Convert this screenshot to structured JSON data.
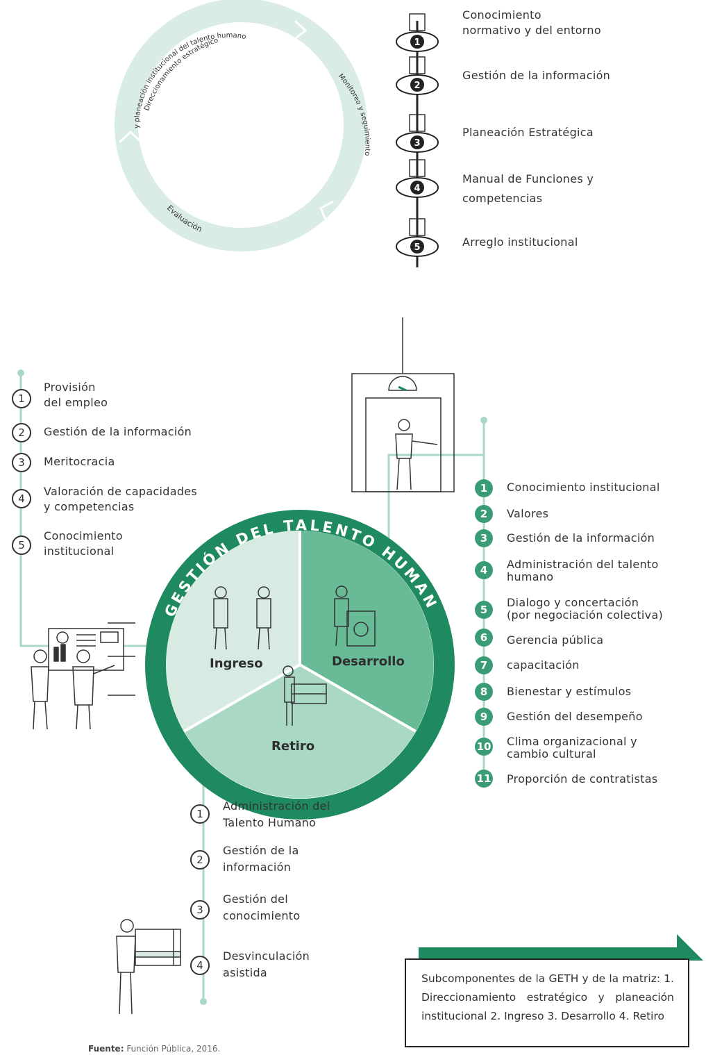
{
  "cycle": {
    "arc_top": "Direccionamiento estratégico",
    "arc_top2": "y planeación institucional del talento humano",
    "arc_right": "Monitoreo y seguimiento",
    "arc_bottom": "Evaluación"
  },
  "steps": [
    {
      "num": "1",
      "label_lines": [
        "Conocimiento",
        "normativo y del entorno"
      ]
    },
    {
      "num": "2",
      "label_lines": [
        "Gestión de la información"
      ]
    },
    {
      "num": "3",
      "label_lines": [
        "Planeación Estratégica"
      ]
    },
    {
      "num": "4",
      "label_lines": [
        "Manual de Funciones y",
        "competencias"
      ]
    },
    {
      "num": "5",
      "label_lines": [
        "Arreglo institucional"
      ]
    }
  ],
  "ingreso_list": [
    {
      "num": "1",
      "lines": [
        "Provisión",
        "del empleo"
      ]
    },
    {
      "num": "2",
      "lines": [
        "Gestión de la información"
      ]
    },
    {
      "num": "3",
      "lines": [
        "Meritocracia"
      ]
    },
    {
      "num": "4",
      "lines": [
        "Valoración de capacidades",
        "y competencias"
      ]
    },
    {
      "num": "5",
      "lines": [
        "Conocimiento",
        "institucional"
      ]
    }
  ],
  "wheel": {
    "title": "GESTIÓN DEL TALENTO HUMANO",
    "segments": [
      "Ingreso",
      "Desarrollo",
      "Retiro"
    ],
    "colors": {
      "ring": "#1f8a5f",
      "ingreso": "#d7ebe2",
      "desarrollo": "#69bb97",
      "retiro": "#a9d8c4"
    }
  },
  "desarrollo_list": [
    {
      "num": "1",
      "lines": [
        "Conocimiento institucional"
      ]
    },
    {
      "num": "2",
      "lines": [
        "Valores"
      ]
    },
    {
      "num": "3",
      "lines": [
        "Gestión de la información"
      ]
    },
    {
      "num": "4",
      "lines": [
        "Administración del talento",
        "humano"
      ]
    },
    {
      "num": "5",
      "lines": [
        "Dialogo y concertación",
        "(por negociación colectiva)"
      ]
    },
    {
      "num": "6",
      "lines": [
        "Gerencia pública"
      ]
    },
    {
      "num": "7",
      "lines": [
        "capacitación"
      ]
    },
    {
      "num": "8",
      "lines": [
        "Bienestar y estímulos"
      ]
    },
    {
      "num": "9",
      "lines": [
        "Gestión del desempeño"
      ]
    },
    {
      "num": "10",
      "lines": [
        "Clima organizacional y",
        "cambio cultural"
      ]
    },
    {
      "num": "11",
      "lines": [
        "Proporción de contratistas"
      ]
    }
  ],
  "retiro_list": [
    {
      "num": "1",
      "lines": [
        "Administración del",
        "Talento Humano"
      ]
    },
    {
      "num": "2",
      "lines": [
        "Gestión de la",
        "información"
      ]
    },
    {
      "num": "3",
      "lines": [
        "Gestión del",
        "conocimiento"
      ]
    },
    {
      "num": "4",
      "lines": [
        "Desvinculación",
        "asistida"
      ]
    }
  ],
  "note": "Subcomponentes de la GETH y de la matriz: 1. Direccionamiento estratégico y planeación institucional 2. Ingreso 3. Desarrollo 4. Retiro",
  "source_label": "Fuente:",
  "source_text": "Función Pública, 2016."
}
